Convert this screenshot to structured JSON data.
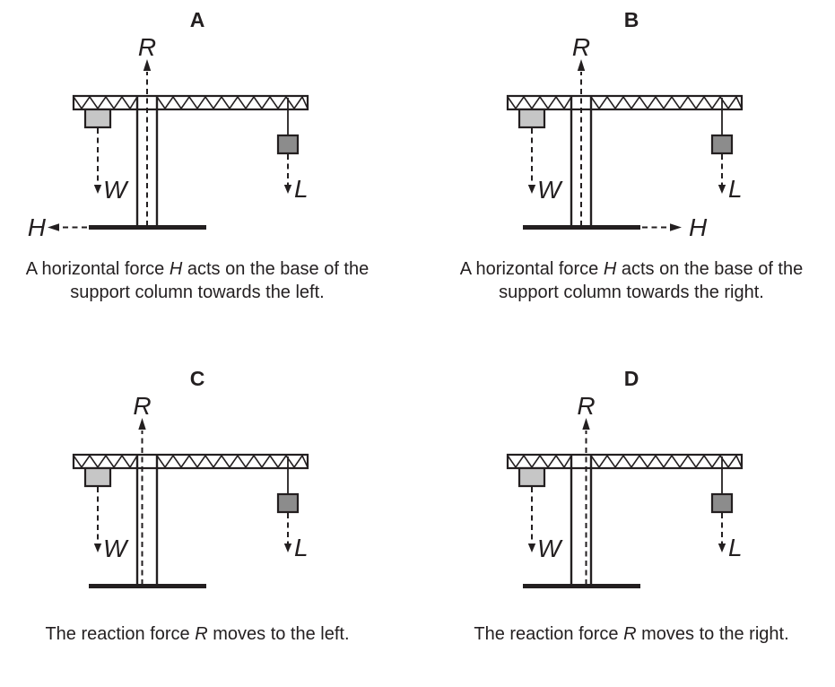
{
  "figure": {
    "colors": {
      "line": "#231f20",
      "counterweight_fill": "#c6c6c6",
      "load_fill": "#8c8c8c",
      "background": "#ffffff"
    },
    "force_labels": {
      "reaction": "R",
      "weight": "W",
      "load": "L",
      "horizontal": "H"
    },
    "panels": [
      {
        "letter": "A",
        "h_arrow_side": "left",
        "reaction_position": "center",
        "caption_lines": [
          [
            {
              "text": "A horizontal force ",
              "italic": false
            },
            {
              "text": "H",
              "italic": true
            },
            {
              "text": " acts on the base of the",
              "italic": false
            }
          ],
          [
            {
              "text": "support column towards the left.",
              "italic": false
            }
          ]
        ]
      },
      {
        "letter": "B",
        "h_arrow_side": "right",
        "reaction_position": "center",
        "caption_lines": [
          [
            {
              "text": "A horizontal force ",
              "italic": false
            },
            {
              "text": "H",
              "italic": true
            },
            {
              "text": " acts on the base of the",
              "italic": false
            }
          ],
          [
            {
              "text": "support column towards the right.",
              "italic": false
            }
          ]
        ]
      },
      {
        "letter": "C",
        "h_arrow_side": "none",
        "reaction_position": "left",
        "caption_lines": [
          [
            {
              "text": "The reaction force ",
              "italic": false
            },
            {
              "text": "R",
              "italic": true
            },
            {
              "text": " moves to the left.",
              "italic": false
            }
          ]
        ]
      },
      {
        "letter": "D",
        "h_arrow_side": "none",
        "reaction_position": "right",
        "caption_lines": [
          [
            {
              "text": "The reaction force ",
              "italic": false
            },
            {
              "text": "R",
              "italic": true
            },
            {
              "text": " moves to the right.",
              "italic": false
            }
          ]
        ]
      }
    ]
  }
}
